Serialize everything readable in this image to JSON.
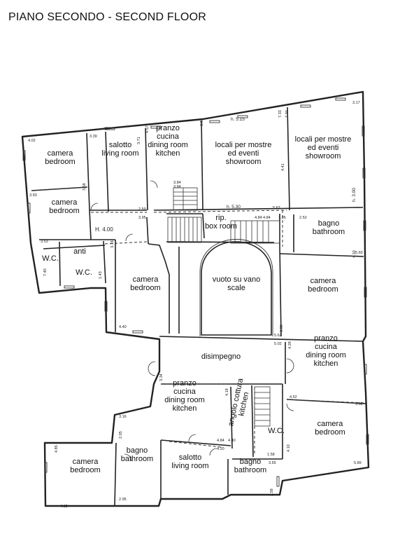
{
  "title": "PIANO SECONDO - SECOND FLOOR",
  "rooms": [
    {
      "lines": [
        "camera",
        "bedroom"
      ]
    },
    {
      "lines": [
        "salotto",
        "living room"
      ]
    },
    {
      "lines": [
        "pranzo",
        "cucina",
        "dining room",
        "kitchen"
      ]
    },
    {
      "lines": [
        "locali per mostre",
        "ed eventi",
        "showroom"
      ]
    },
    {
      "lines": [
        "locali per mostre",
        "ed eventi",
        "showroom"
      ]
    },
    {
      "lines": [
        "camera",
        "bedroom"
      ]
    },
    {
      "lines": [
        "rip.",
        "box room"
      ]
    },
    {
      "lines": [
        "bagno",
        "bathroom"
      ]
    },
    {
      "lines": [
        "anti"
      ]
    },
    {
      "lines": [
        "W.C."
      ]
    },
    {
      "lines": [
        "W.C."
      ]
    },
    {
      "lines": [
        "camera",
        "bedroom"
      ]
    },
    {
      "lines": [
        "vuoto su vano",
        "scale"
      ]
    },
    {
      "lines": [
        "camera",
        "bedroom"
      ]
    },
    {
      "lines": [
        "disimpegno"
      ]
    },
    {
      "lines": [
        "pranzo",
        "cucina",
        "dining room",
        "kitchen"
      ]
    },
    {
      "lines": [
        "pranzo",
        "cucina",
        "dining room",
        "kitchen"
      ]
    },
    {
      "lines": [
        "angolo cottura",
        "kitchen"
      ]
    },
    {
      "lines": [
        "W.C."
      ]
    },
    {
      "lines": [
        "camera",
        "bedroom"
      ]
    },
    {
      "lines": [
        "camera",
        "bedroom"
      ]
    },
    {
      "lines": [
        "bagno",
        "bathroom"
      ]
    },
    {
      "lines": [
        "salotto",
        "living room"
      ]
    },
    {
      "lines": [
        "bagno",
        "bathroom"
      ]
    }
  ],
  "heights": [
    "H. 4.00",
    "h. 5.15",
    "h. 5.30",
    "h. 3.00"
  ],
  "dimensions": [
    "4.02",
    "3.39",
    "4.57",
    "3.71",
    "3.81",
    "7.33",
    "7.30",
    "3.17",
    "3.93",
    "3.58",
    "2.59",
    "3.95",
    "3.84",
    "4.41",
    "5.62",
    "4.84",
    "1.35",
    "2.52",
    "4.10",
    "3.53",
    "7.40",
    "1.43",
    "3.16",
    "4.40",
    "3.80",
    "5.60",
    "5.62",
    "4.84",
    "3.84",
    "5.02",
    "4.28",
    "3.34",
    "4.18",
    "4.52",
    "3.92",
    "3.16",
    "2.05",
    "4.84",
    "4.20",
    "4.40",
    "1.58",
    "4.10",
    "4.85",
    "3.65",
    "5.89",
    "4.15",
    "2.95",
    "2.58"
  ]
}
